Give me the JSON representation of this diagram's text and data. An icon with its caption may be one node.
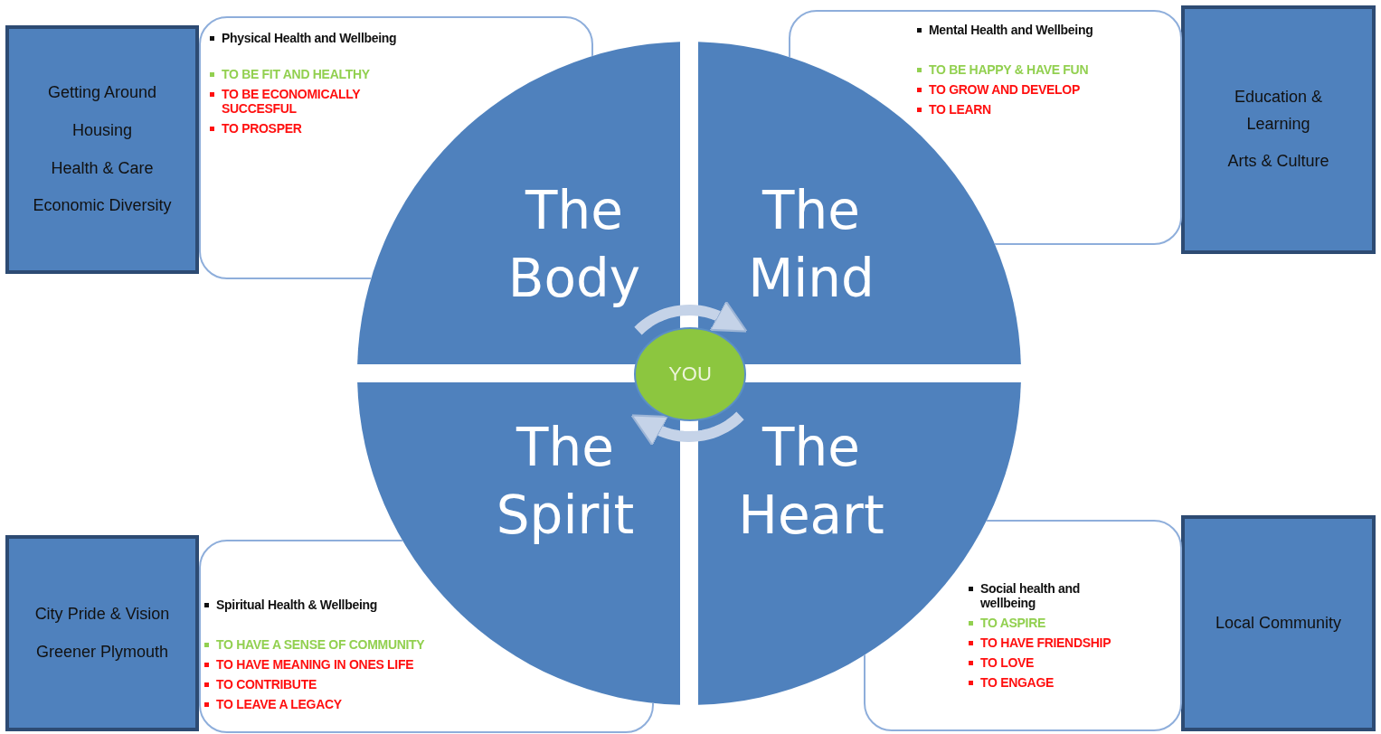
{
  "diagram": {
    "nodes": [
      {
        "text": [
          "The Body"
        ]
      },
      {
        "text": [
          "The Mind"
        ]
      },
      {
        "text": [
          "The Spirit"
        ]
      },
      {
        "text": [
          "The Heart"
        ]
      },
      {
        "text": [
          "YOU"
        ]
      },
      {
        "text": [
          "Physical Health and  Wellbeing",
          "TO BE FIT AND HEALTHY",
          "TO BE ECONOMICALLY SUCCESFUL",
          "TO PROSPER"
        ]
      },
      {
        "text": [
          "Mental Health and Wellbeing",
          "TO BE HAPPY & HAVE FUN",
          "TO GROW AND DEVELOP",
          "TO LEARN"
        ]
      },
      {
        "text": [
          "Spiritual Health & Wellbeing",
          "TO HAVE A SENSE OF COMMUNITY",
          "TO HAVE MEANING IN ONES LIFE",
          "TO CONTRIBUTE",
          "TO LEAVE A LEGACY"
        ]
      },
      {
        "text": [
          "Social health and wellbeing",
          "TO ASPIRE",
          "TO HAVE FRIENDSHIP",
          "TO LOVE",
          "TO ENGAGE"
        ]
      },
      {
        "text": [
          "Getting Around",
          "Housing",
          "Health & Care",
          "Economic Diversity"
        ]
      },
      {
        "text": [
          "Education & Learning",
          "Arts & Culture"
        ]
      },
      {
        "text": [
          "City Pride & Vision",
          "Greener Plymouth"
        ]
      },
      {
        "text": [
          "Local Community"
        ]
      }
    ],
    "edges": [
      {
        "from": 0,
        "to": 1,
        "arrow": "to"
      },
      {
        "from": 3,
        "to": 2,
        "arrow": "to"
      }
    ]
  }
}
